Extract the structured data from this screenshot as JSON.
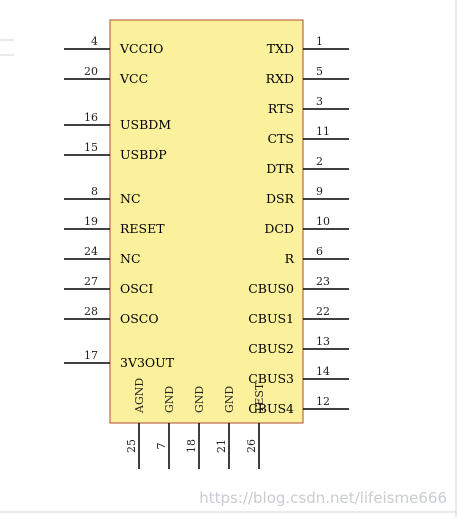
{
  "colors": {
    "body_fill": "#fbf09c",
    "body_stroke": "#b24a2c",
    "grid": "#d6d6d6",
    "pin": "#000000",
    "watermark": "#c9ccd2"
  },
  "left_pins": [
    {
      "num": "4",
      "label": "VCCIO"
    },
    {
      "num": "20",
      "label": "VCC"
    },
    {
      "num": "16",
      "label": "USBDM"
    },
    {
      "num": "15",
      "label": "USBDP"
    },
    {
      "num": "8",
      "label": "NC"
    },
    {
      "num": "19",
      "label": "RESET"
    },
    {
      "num": "24",
      "label": "NC"
    },
    {
      "num": "27",
      "label": "OSCI"
    },
    {
      "num": "28",
      "label": "OSCO"
    },
    {
      "num": "17",
      "label": "3V3OUT"
    }
  ],
  "right_pins": [
    {
      "num": "1",
      "label": "TXD"
    },
    {
      "num": "5",
      "label": "RXD"
    },
    {
      "num": "3",
      "label": "RTS"
    },
    {
      "num": "11",
      "label": "CTS"
    },
    {
      "num": "2",
      "label": "DTR"
    },
    {
      "num": "9",
      "label": "DSR"
    },
    {
      "num": "10",
      "label": "DCD"
    },
    {
      "num": "6",
      "label": "R"
    },
    {
      "num": "23",
      "label": "CBUS0"
    },
    {
      "num": "22",
      "label": "CBUS1"
    },
    {
      "num": "13",
      "label": "CBUS2"
    },
    {
      "num": "14",
      "label": "CBUS3"
    },
    {
      "num": "12",
      "label": "CBUS4"
    }
  ],
  "bottom_pins": [
    {
      "num": "25",
      "label": "AGND"
    },
    {
      "num": "7",
      "label": "GND"
    },
    {
      "num": "18",
      "label": "GND"
    },
    {
      "num": "21",
      "label": "GND"
    },
    {
      "num": "26",
      "label": "TEST"
    }
  ],
  "watermark": "https://blog.csdn.net/lifeisme666"
}
